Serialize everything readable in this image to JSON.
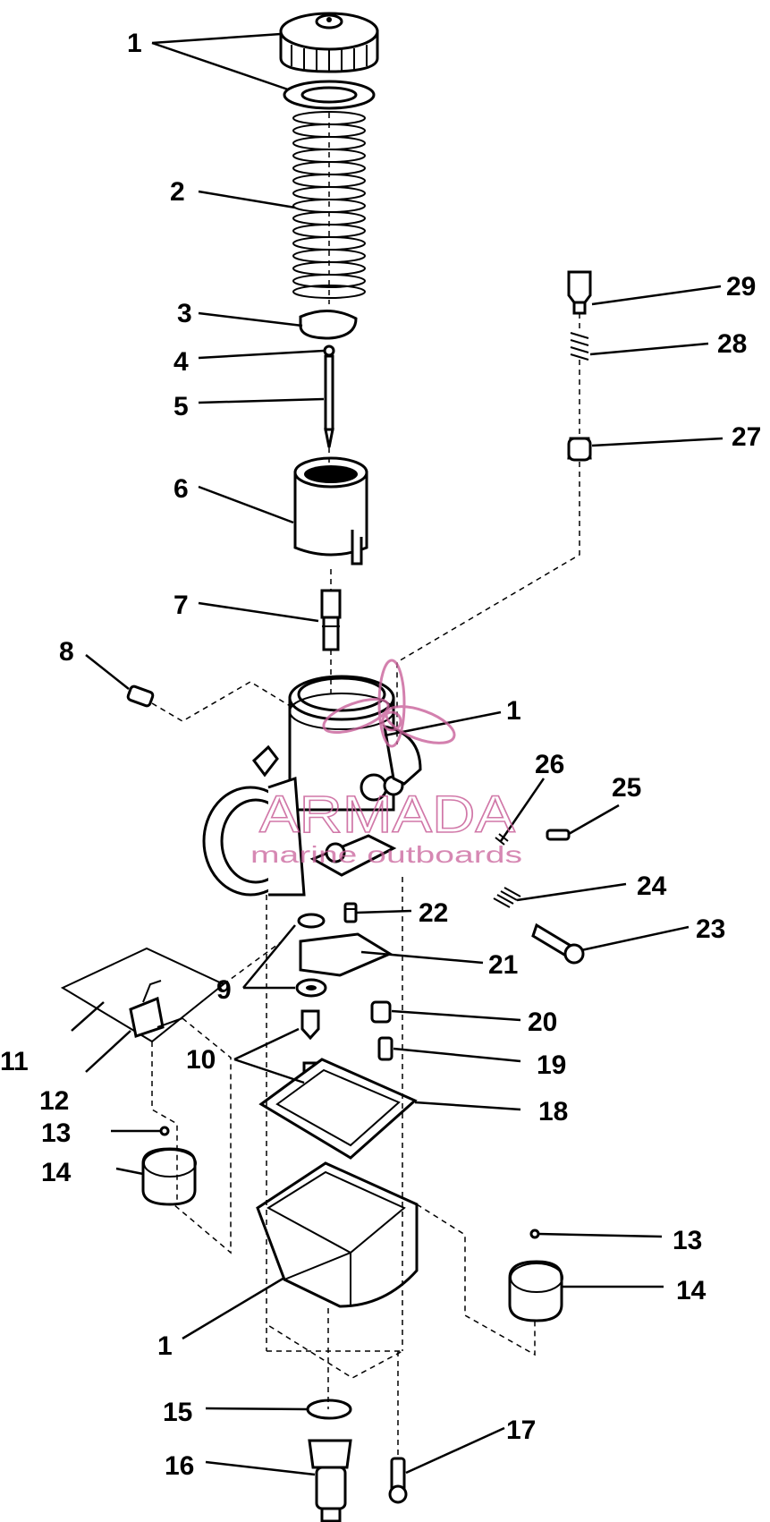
{
  "watermark": {
    "brand": "ARMADA",
    "tagline": "marine outboards",
    "color": "#c9619a"
  },
  "callouts": [
    "1",
    "1",
    "2",
    "3",
    "4",
    "5",
    "6",
    "7",
    "8",
    "1",
    "26",
    "25",
    "22",
    "24",
    "23",
    "9",
    "21",
    "11",
    "12",
    "10",
    "20",
    "19",
    "18",
    "13",
    "14",
    "13",
    "14",
    "1",
    "15",
    "16",
    "17",
    "29",
    "28",
    "27"
  ]
}
